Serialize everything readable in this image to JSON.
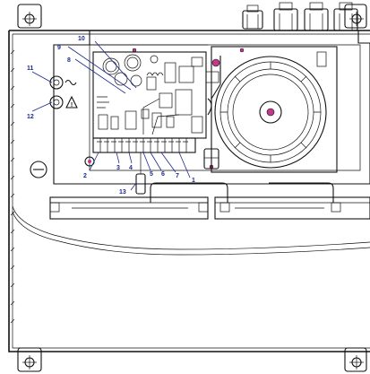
{
  "callouts": {
    "c1": "1",
    "c2": "2",
    "c3": "3",
    "c4": "4",
    "c5": "5",
    "c6": "6",
    "c7": "7",
    "c8": "8",
    "c9": "9",
    "c10": "10",
    "c11": "11",
    "c12": "12",
    "c13": "13"
  },
  "symbols": {
    "ac_symbol": "~",
    "warning_symbol": "!"
  },
  "colors": {
    "callout": "#1b2a8f",
    "ink": "#111111",
    "screw_accent": "#c0398a"
  }
}
